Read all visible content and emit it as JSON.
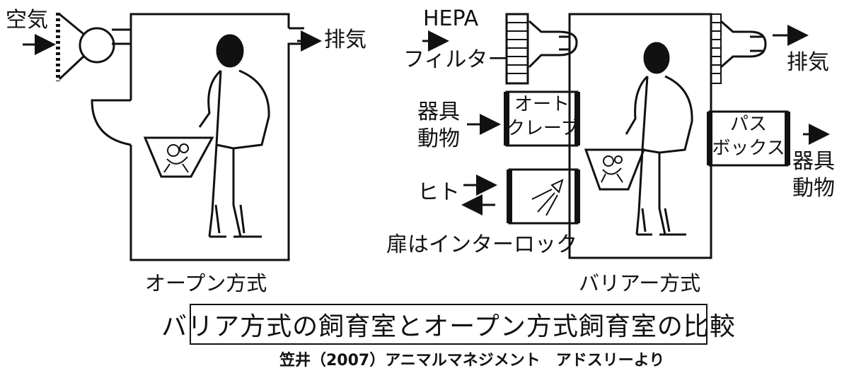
{
  "open_system": {
    "air_label": "空気",
    "exhaust_label": "排気",
    "caption": "オープン方式"
  },
  "barrier_system": {
    "hepa_line1": "HEPA",
    "hepa_line2": "フィルター",
    "autoclave_line1": "オート",
    "autoclave_line2": "クレーブ",
    "equipment_in_line1": "器具",
    "equipment_in_line2": "動物",
    "person_label": "ヒト",
    "door_label": "扉はインターロック",
    "passbox_line1": "パス",
    "passbox_line2": "ボックス",
    "equipment_out_line1": "器具",
    "equipment_out_line2": "動物",
    "exhaust_label": "排気",
    "caption": "バリアー方式"
  },
  "title": "バリア方式の飼育室とオープン方式飼育室の比較",
  "source": "笠井（2007）アニマルマネジメント　アドスリーより"
}
